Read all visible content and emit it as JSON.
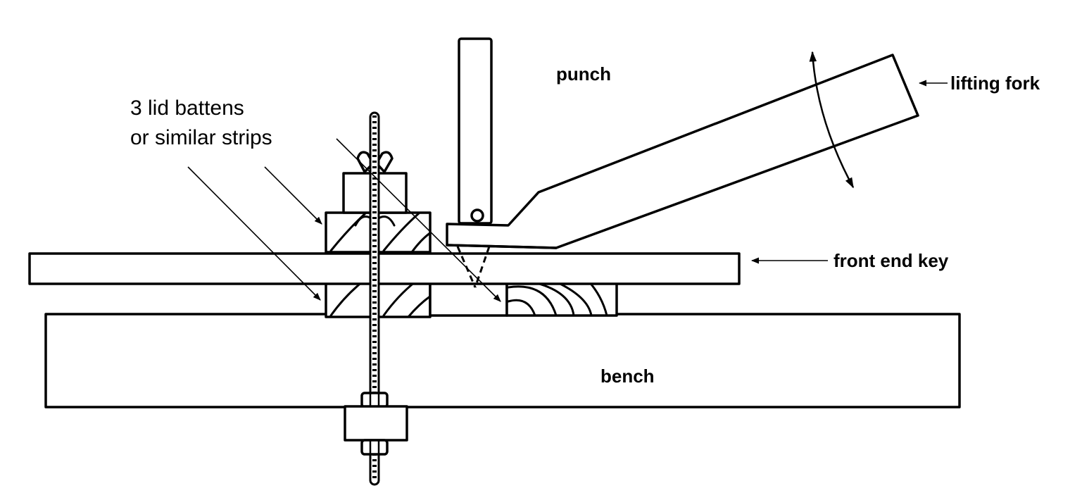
{
  "diagram": {
    "labels": {
      "punch": "punch",
      "lifting_fork": "lifting fork",
      "battens_line1": "3 lid battens",
      "battens_line2": "or similar strips",
      "front_end_key": "front end key",
      "bench": "bench"
    },
    "colors": {
      "ink": "#000000",
      "background": "#ffffff"
    }
  }
}
